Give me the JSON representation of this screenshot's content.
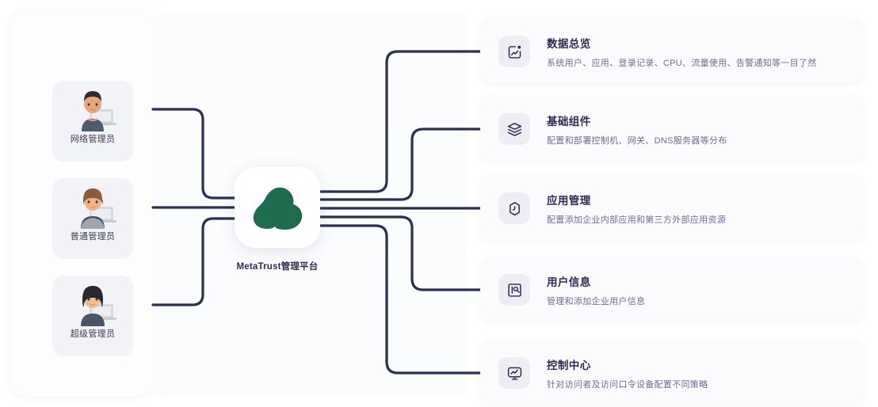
{
  "brand": {
    "platform_label": "MetaTrust管理平台",
    "logo_icon": "green-cloud-logo",
    "accent_green": "#1f6b4d",
    "wire_color": "#2b3050"
  },
  "admins": {
    "items": [
      {
        "label": "网络管理员",
        "avatar_icon": "admin-avatar-male"
      },
      {
        "label": "普通管理员",
        "avatar_icon": "admin-avatar-female"
      },
      {
        "label": "超级管理员",
        "avatar_icon": "admin-avatar-female-dark"
      }
    ]
  },
  "features": {
    "items": [
      {
        "title": "数据总览",
        "desc": "系统用户、应用、登录记录、CPU、流量使用、告警通知等一目了然",
        "icon": "chart-image-icon"
      },
      {
        "title": "基础组件",
        "desc": "配置和部署控制机、网关、DNS服务器等分布",
        "icon": "layers-stack-icon"
      },
      {
        "title": "应用管理",
        "desc": "配置添加企业内部应用和第三方外部应用资源",
        "icon": "shield-clock-icon"
      },
      {
        "title": "用户信息",
        "desc": "管理和添加企业用户信息",
        "icon": "user-search-icon"
      },
      {
        "title": "控制中心",
        "desc": "针对访问者及访问口令设备配置不同策略",
        "icon": "monitor-chart-icon"
      }
    ]
  }
}
